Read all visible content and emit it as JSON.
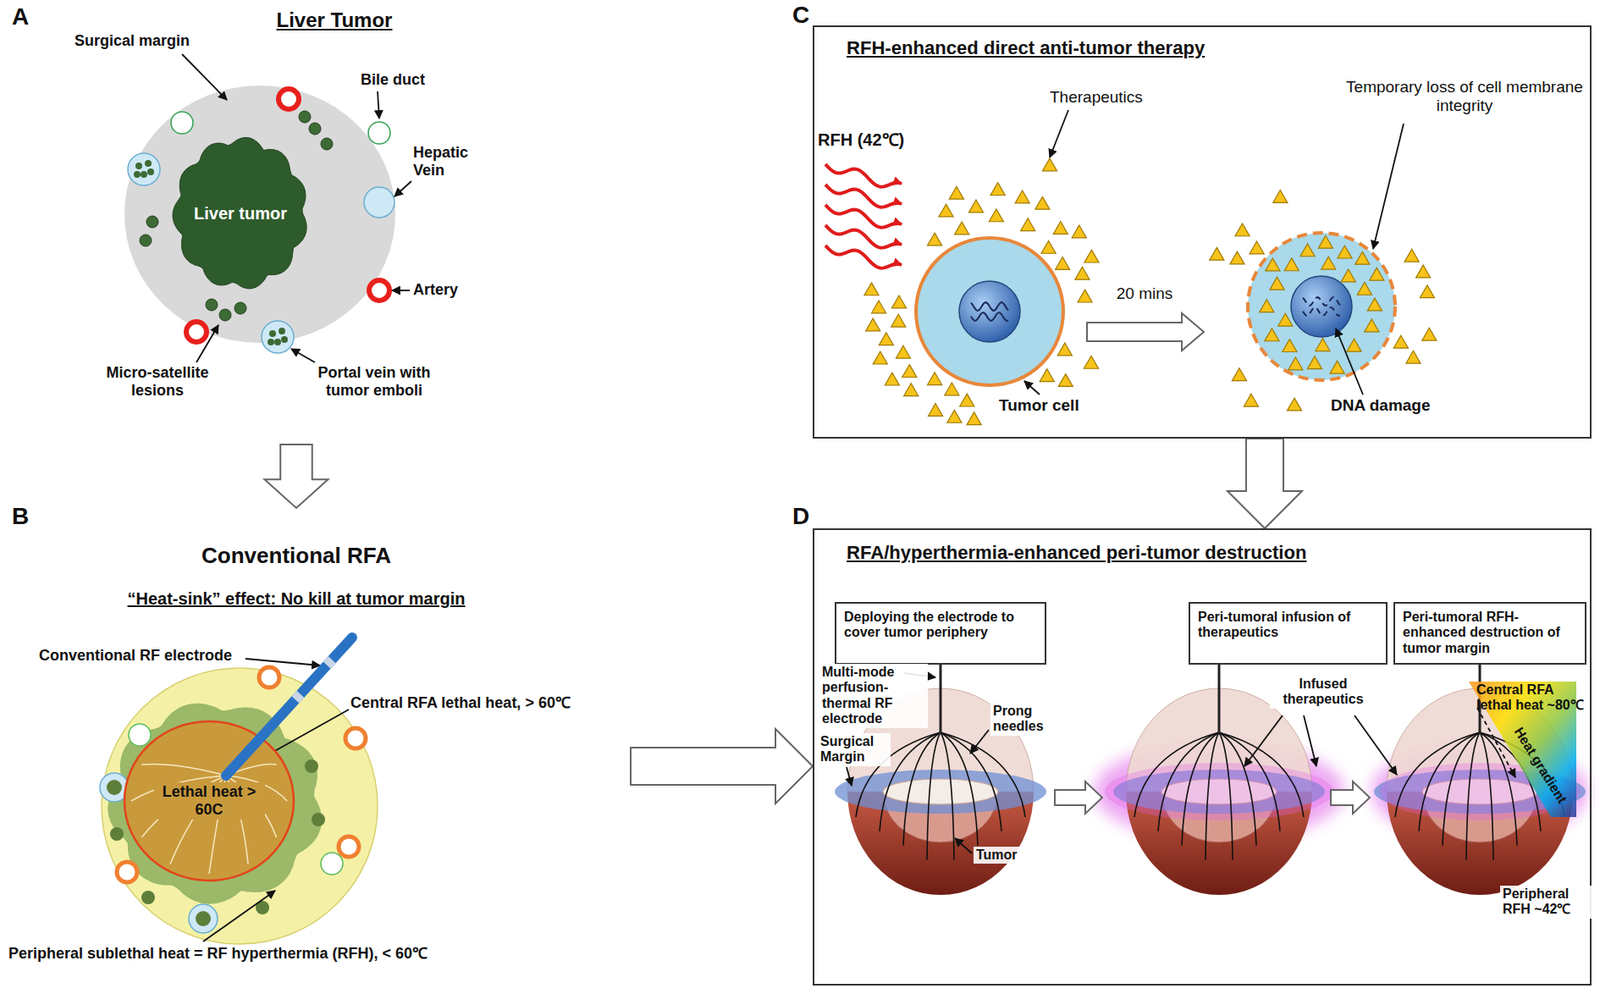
{
  "diagram": {
    "nodes": [
      {
        "text": [
          "Liver Tumor"
        ]
      },
      {
        "text": [
          "Liver tumor"
        ],
        "in": 0
      },
      {
        "text": [
          "Conventional RFA",
          "“Heat-sink” effect: No kill at tumor margin"
        ]
      },
      {
        "text": [
          "Lethal heat > 60C"
        ],
        "in": 2
      },
      {
        "text": [
          "RFH-enhanced direct anti-tumor therapy"
        ]
      },
      {
        "text": [
          "RFA/hyperthermia-enhanced peri-tumor destruction"
        ]
      },
      {
        "text": [
          "Deploying the electrode to cover tumor periphery"
        ],
        "in": 5
      },
      {
        "text": [
          "Peri-tumoral infusion of therapeutics"
        ],
        "in": 5
      },
      {
        "text": [
          "Peri-tumoral RFH-enhanced destruction of tumor margin"
        ],
        "in": 5
      }
    ],
    "edges": [
      {
        "from": 0,
        "to": 2,
        "arrow": "to"
      },
      {
        "from": 2,
        "to": 5,
        "arrow": "to"
      },
      {
        "from": 4,
        "to": 5,
        "arrow": "to"
      }
    ],
    "labels": [
      "A",
      "Surgical margin",
      "Bile duct",
      "Hepatic Vein",
      "Artery",
      "Micro-satellite lesions",
      "Portal vein with tumor emboli",
      "B",
      "Conventional RF electrode",
      "Central RFA lethal heat, > 60℃",
      "Peripheral sublethal heat = RF hyperthermia (RFH), < 60℃",
      "C",
      "Therapeutics",
      "RFH (42℃)",
      "Temporary loss of cell membrane integrity",
      "20 mins",
      "Tumor cell",
      "DNA damage",
      "D",
      "Multi-mode perfusion-thermal RF electrode",
      "Prong needles",
      "Surgical Margin",
      "Tumor",
      "Infused therapeutics",
      "Central RFA lethal heat ~80℃",
      "Heat gradient",
      "Peripheral RFH ~42℃"
    ]
  }
}
